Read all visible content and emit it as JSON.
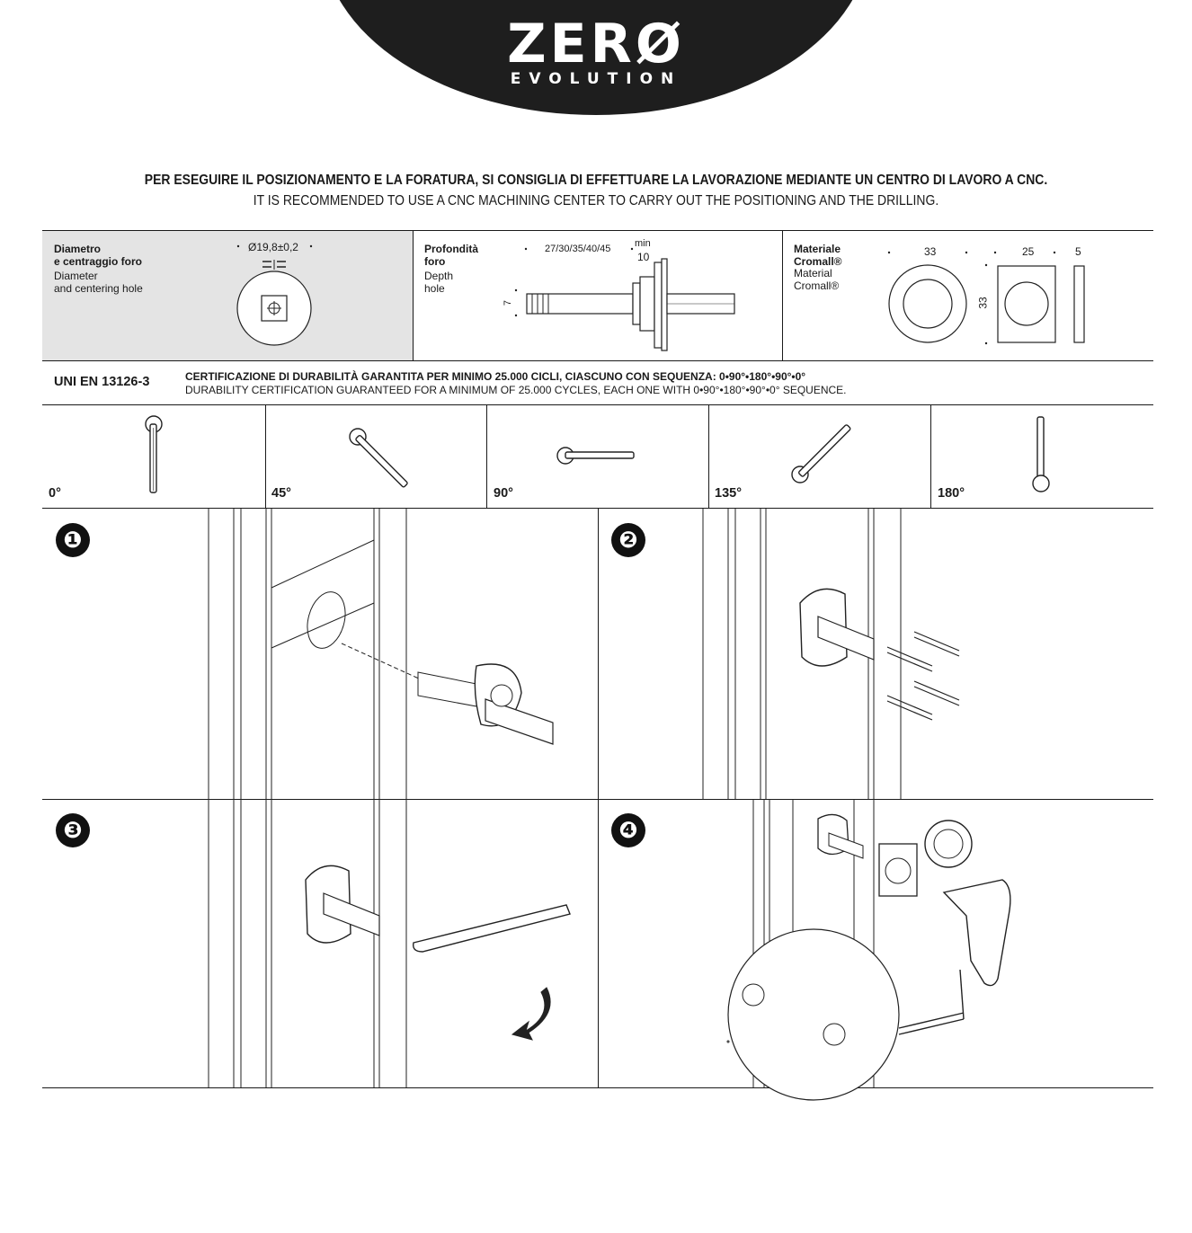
{
  "brand": {
    "name": "ZERØ",
    "subtitle": "EVOLUTION"
  },
  "intro": {
    "italian": "PER ESEGUIRE IL POSIZIONAMENTO E LA FORATURA, SI CONSIGLIA DI EFFETTUARE LA LAVORAZIONE MEDIANTE UN CENTRO DI LAVORO A CNC.",
    "english": "IT IS RECOMMENDED TO USE A CNC MACHINING CENTER TO CARRY OUT THE POSITIONING AND THE DRILLING."
  },
  "specs": {
    "diameter": {
      "label_it_1": "Diametro",
      "label_it_2": "e centraggio foro",
      "label_en_1": "Diameter",
      "label_en_2": "and centering hole",
      "value": "Ø19,8±0,2"
    },
    "depth": {
      "label_it_1": "Profondità",
      "label_it_2": "foro",
      "label_en_1": "Depth",
      "label_en_2": "hole",
      "lengths": "27/30/35/40/45",
      "min_label": "min",
      "min_value": "10",
      "pin": "7"
    },
    "material": {
      "label_it_1": "Materiale",
      "label_it_2": "Cromall®",
      "label_en_1": "Material",
      "label_en_2": "Cromall®",
      "dim_round": "33",
      "dim_height": "33",
      "dim_square": "25",
      "dim_thickness": "5"
    }
  },
  "certification": {
    "standard": "UNI EN 13126-3",
    "italian": "CERTIFICAZIONE DI DURABILITÀ GARANTITA PER MINIMO 25.000 CICLI, CIASCUNO CON SEQUENZA: 0•90°•180°•90°•0°",
    "english": "DURABILITY CERTIFICATION GUARANTEED FOR A MINIMUM OF 25.000 CYCLES, EACH ONE WITH 0•90°•180°•90°•0° SEQUENCE."
  },
  "angles": [
    "0°",
    "45°",
    "90°",
    "135°",
    "180°"
  ],
  "steps": [
    "❶",
    "❷",
    "❸",
    "❹"
  ]
}
